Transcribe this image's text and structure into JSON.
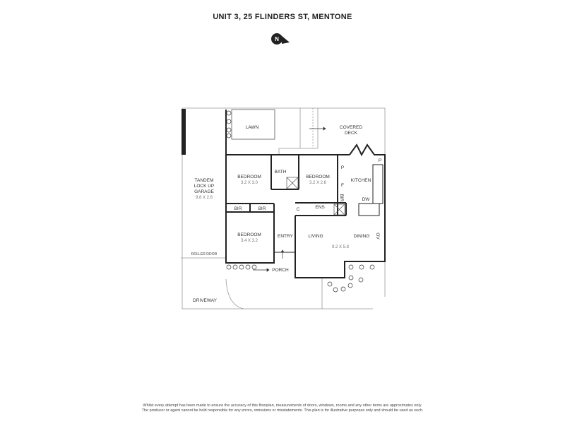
{
  "title": "UNIT 3, 25 FLINDERS ST, MENTONE",
  "compass": {
    "icon": "north-arrow-icon",
    "label": "N"
  },
  "rooms": {
    "lawn": "LAWN",
    "covered_deck_1": "COVERED",
    "covered_deck_2": "DECK",
    "garage_1": "TANDEM",
    "garage_2": "LOCK UP",
    "garage_3": "GARAGE",
    "garage_dim": "9.8 X 2.8",
    "roller_door": "ROLLER DOOR",
    "bedroom1": "BEDROOM",
    "bedroom1_dim": "3.2 X 3.0",
    "bath": "BATH",
    "bedroom2": "BEDROOM",
    "bedroom2_dim": "3.2 X 2.6",
    "kitchen": "KITCHEN",
    "pantry": "P",
    "pantry2": "P",
    "fridge": "F",
    "dw": "DW",
    "bir1": "BIR",
    "bir2": "BIR",
    "bir3": "BIR",
    "c": "C",
    "ens": "ENS",
    "bedroom3": "BEDROOM",
    "bedroom3_dim": "3.4 X 3.2",
    "entry": "ENTRY",
    "living": "LIVING",
    "dining": "DINING",
    "living_dim": "9.2 X 5.8",
    "ov": "OV",
    "porch": "PORCH",
    "driveway": "DRIVEWAY"
  },
  "disclaimer": [
    "Whilst every attempt has been made to ensure the accuracy of this floorplan, measurements of doors, windows, rooms and any other items are approximates only.",
    "The producer or agent cannot be held responsible for any errors, omissions or misstatements. This plan is for illustrative purposes only and should be used as such."
  ]
}
